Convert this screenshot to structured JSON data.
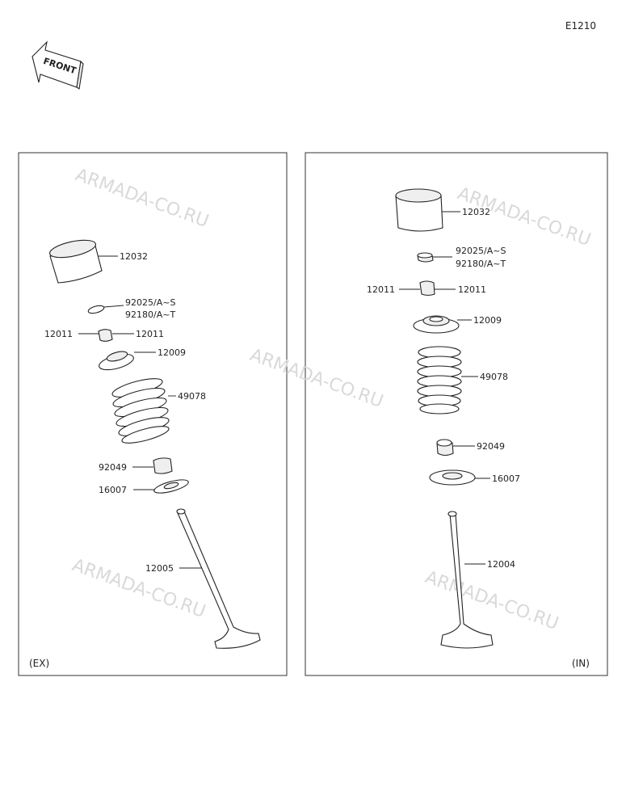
{
  "diagram_code": "E1210",
  "front_label": "FRONT",
  "watermark": "ARMADA-CO.RU",
  "panels": {
    "exhaust": {
      "label": "(EX)",
      "parts": {
        "lifter": "12032",
        "shim_a": "92025/A~S",
        "shim_b": "92180/A~T",
        "cotter_left": "12011",
        "cotter_right": "12011",
        "retainer": "12009",
        "spring": "49078",
        "seal": "92049",
        "seat": "16007",
        "valve": "12005"
      }
    },
    "intake": {
      "label": "(IN)",
      "parts": {
        "lifter": "12032",
        "shim_a": "92025/A~S",
        "shim_b": "92180/A~T",
        "cotter_left": "12011",
        "cotter_right": "12011",
        "retainer": "12009",
        "spring": "49078",
        "seal": "92049",
        "seat": "16007",
        "valve": "12004"
      }
    }
  }
}
